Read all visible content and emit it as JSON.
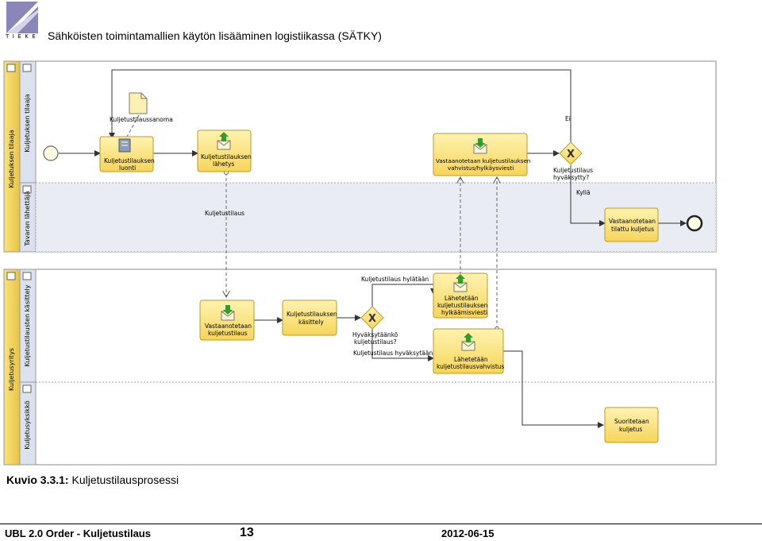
{
  "header": {
    "title": "Sähköisten toimintamallien käytön lisääminen logistiikassa (SÄTKY)",
    "logo_text": "TIEKE"
  },
  "pools": [
    {
      "name": "Kuljetuksen tilaaja",
      "lanes": [
        "Kuljetuksen tilaaja",
        "Tavaran lähettäjä"
      ]
    },
    {
      "name": "Kuljetusyritys",
      "lanes": [
        "Kuljetustilausten käsittely",
        "Kuljetusyksikkö"
      ]
    }
  ],
  "tasks": {
    "t1": [
      "Kuljetustilauksen",
      "luonti"
    ],
    "t2": [
      "Kuljetustilauksen",
      "lähetys"
    ],
    "t3": [
      "Vastaanotetaan kuljetustilauksen",
      "vahvistus/hylkäysviesti"
    ],
    "t4": [
      "Vastaanotetaan",
      "tilattu kuljetus"
    ],
    "t5": [
      "Vastaanotetaan",
      "kuljetustilaus"
    ],
    "t6": [
      "Kuljetustilauksen",
      "käsittely"
    ],
    "t7": [
      "Lähetetään",
      "kuljetustilauksen",
      "hylkäämisviesti"
    ],
    "t8": [
      "Lähetetään",
      "kuljetustilausvahvistus"
    ],
    "t9": [
      "Suoritetaan",
      "kuljetus"
    ]
  },
  "gateways": {
    "g1": [
      "Kuljetustilaus",
      "hyväksytty?"
    ],
    "g2": [
      "Hyväksytäänkö",
      "kuljetustilaus?"
    ]
  },
  "labels": {
    "data_object": "Kuljetustilaussanoma",
    "message_flow": "Kuljetustilaus",
    "ei": "Ei",
    "kylla": "Kyllä",
    "rejected": "Kuljetustilaus hylätään",
    "accepted": "Kuljetustilaus hyväksytään"
  },
  "caption": {
    "number": "Kuvio 3.3.1:",
    "text": " Kuljetustilausprosessi"
  },
  "footer": {
    "left": "UBL 2.0 Order - Kuljetustilaus",
    "page": "13",
    "date": "2012-06-15"
  },
  "colors": {
    "task_fill": "#fbe27a",
    "task_stroke": "#b89b2a",
    "pool_header": "#f4d75a",
    "lane_shade": "#e9ecf2",
    "envelope_arrow": "#2e9e2e"
  }
}
